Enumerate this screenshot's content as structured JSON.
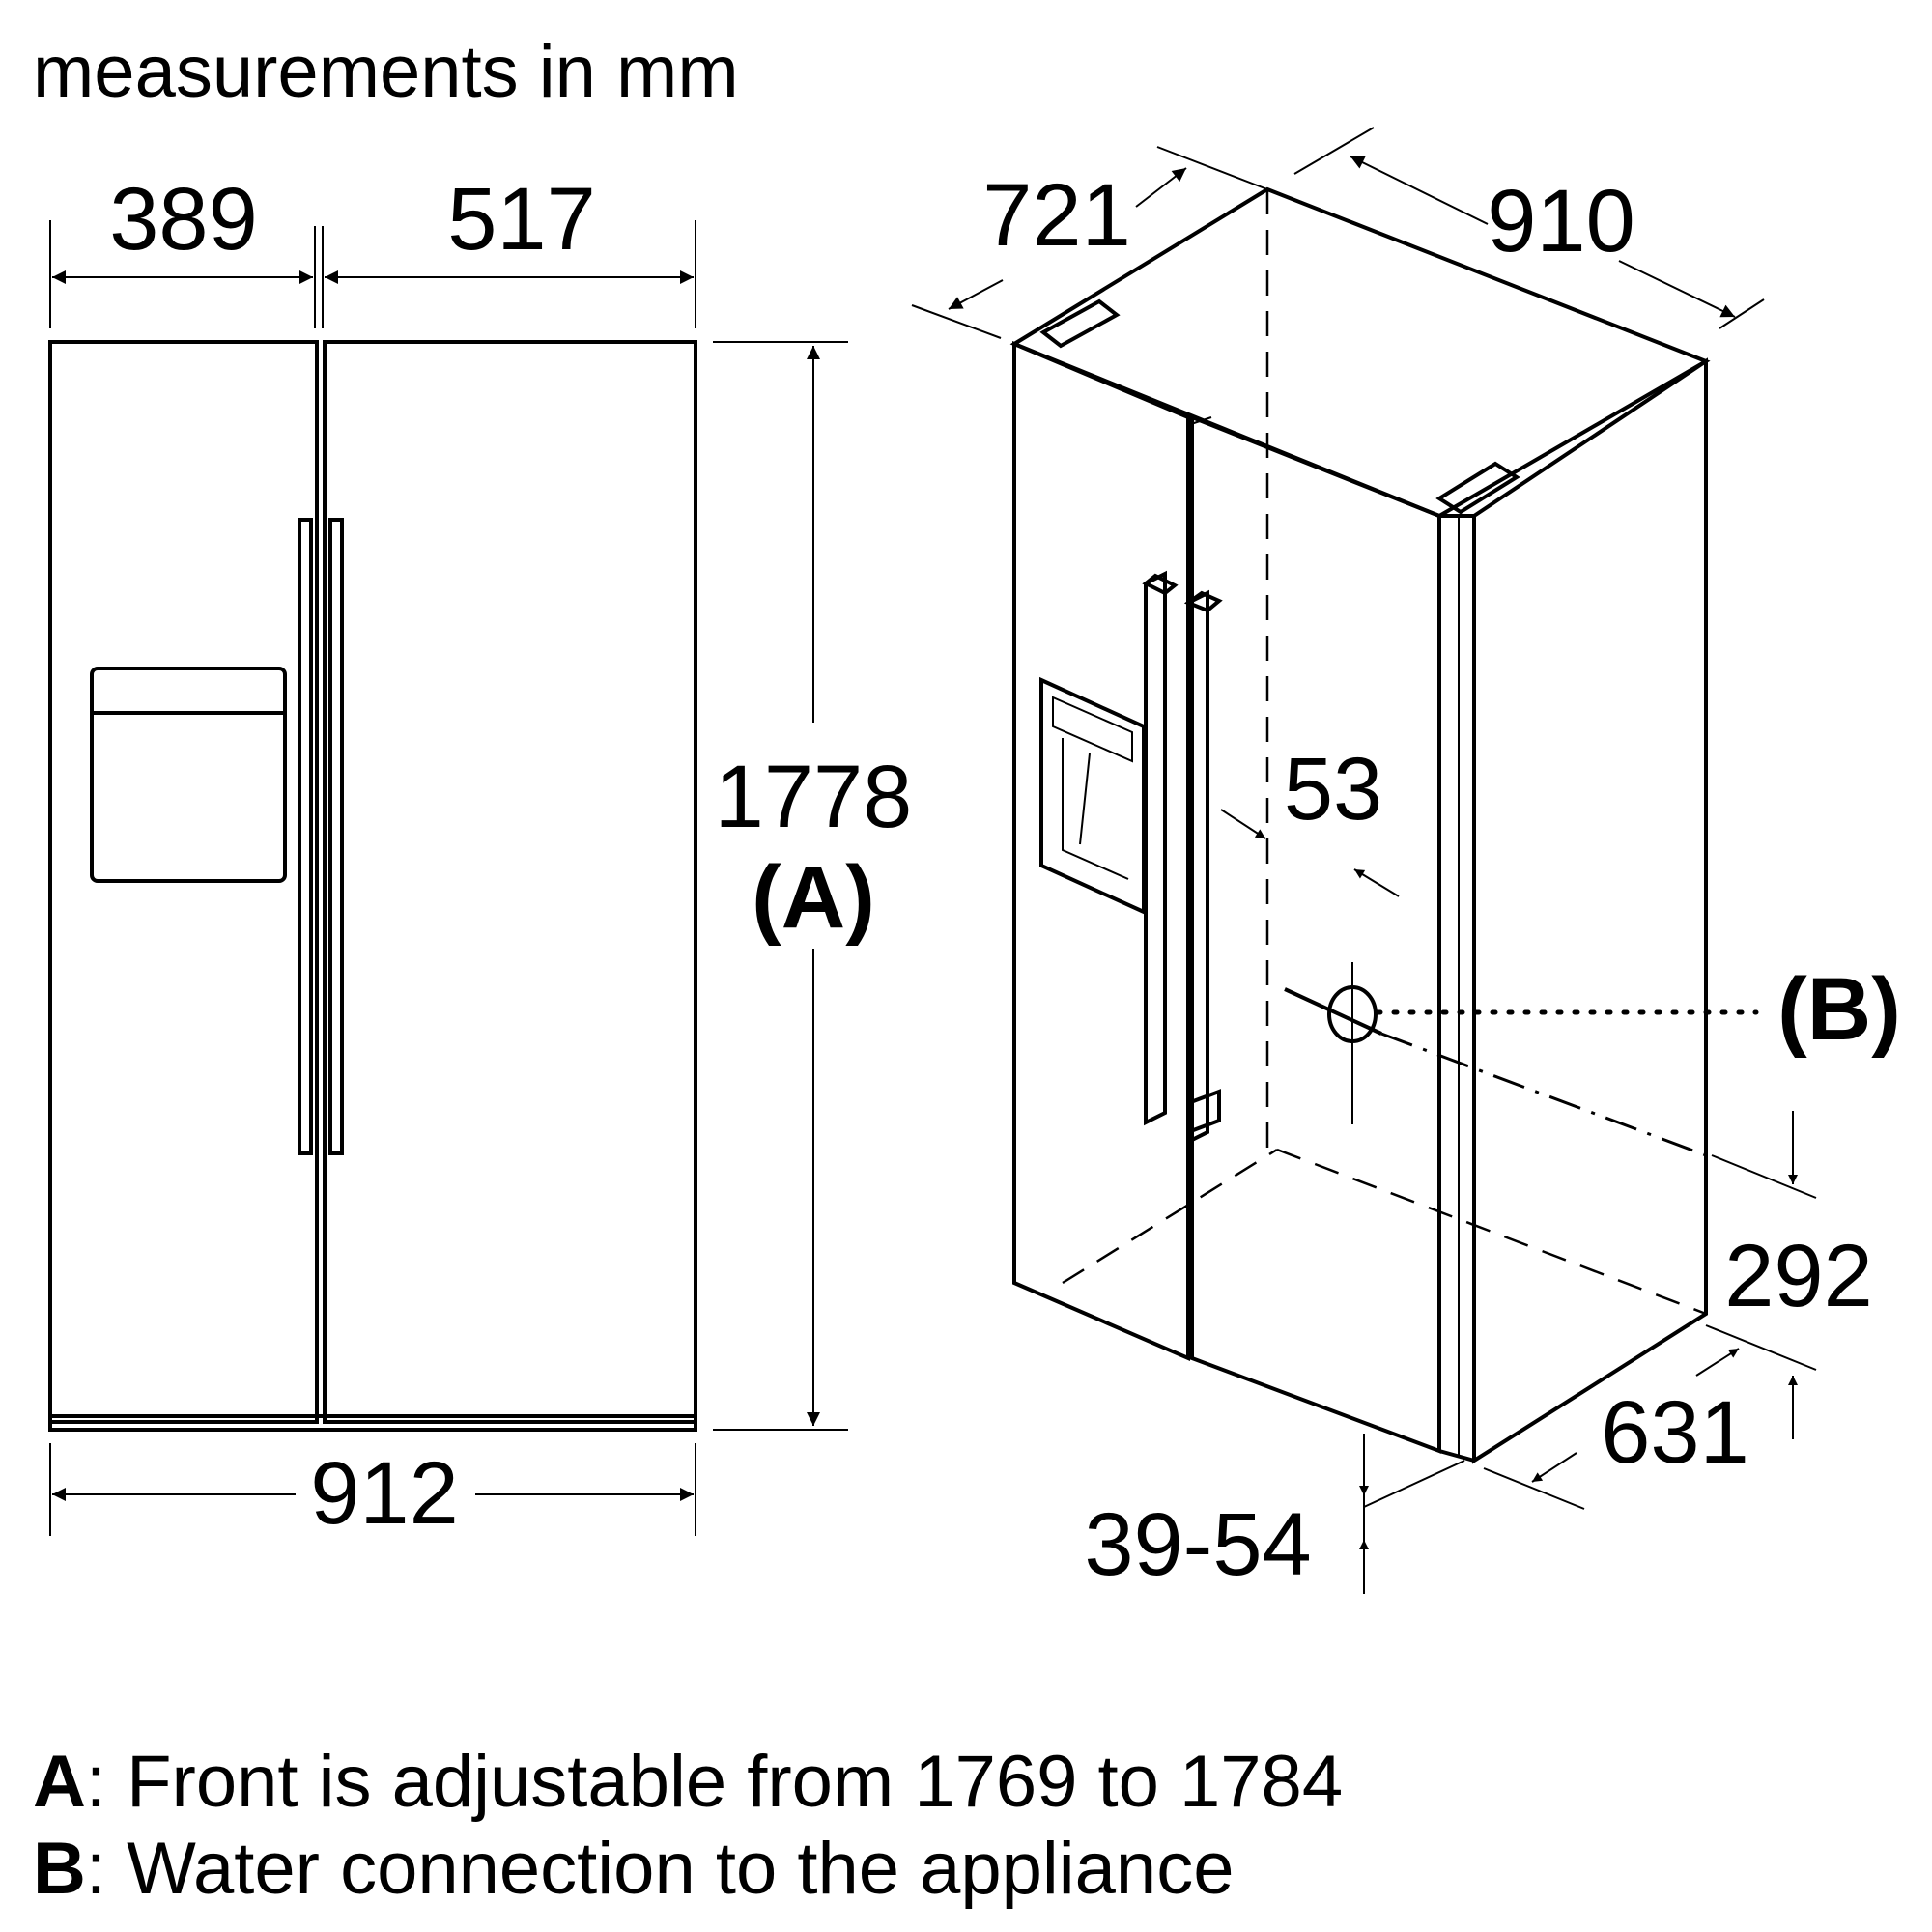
{
  "header": {
    "units_label": "measurements in mm"
  },
  "front_view": {
    "freezer_width": "389",
    "fridge_width": "517",
    "height": "1778",
    "height_marker": "(A)",
    "total_width": "912"
  },
  "iso_view": {
    "depth_with_doors": "721",
    "width": "910",
    "inset": "53",
    "water_marker": "(B)",
    "water_height": "292",
    "body_depth": "631",
    "door_gap": "39-54"
  },
  "notes": [
    {
      "key": "A",
      "text": ": Front is adjustable from 1769 to 1784"
    },
    {
      "key": "B",
      "text": ": Water connection to the appliance"
    }
  ]
}
